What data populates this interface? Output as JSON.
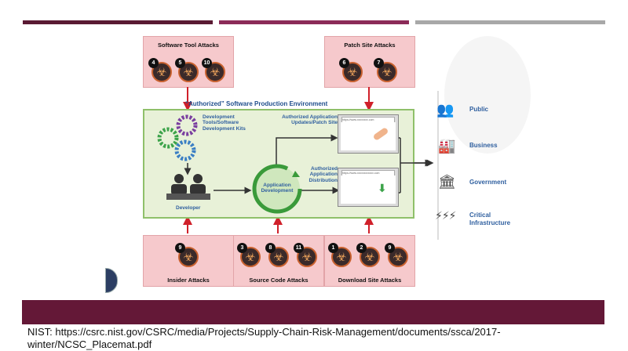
{
  "top_bars": [
    {
      "color": "#5a1a33"
    },
    {
      "color": "#8b2b58"
    },
    {
      "color": "#a8a8a8"
    }
  ],
  "attack_groups": {
    "software_tool": {
      "title": "Software Tool Attacks",
      "numbers": [
        "4",
        "5",
        "10"
      ]
    },
    "patch_site": {
      "title": "Patch Site Attacks",
      "numbers": [
        "6",
        "7"
      ]
    },
    "insider": {
      "title": "Insider Attacks",
      "numbers": [
        "9"
      ]
    },
    "source_code": {
      "title": "Source Code Attacks",
      "numbers": [
        "3",
        "8",
        "11"
      ]
    },
    "download_site": {
      "title": "Download Site  Attacks",
      "numbers": [
        "1",
        "2",
        "9"
      ]
    }
  },
  "environment": {
    "title": "“Authorized” Software Production Environment",
    "dev_tools": "Development Tools/Software Development Kits",
    "developer": "Developer",
    "app_dev": "Application Development",
    "updates": "Authorized Application Updates/Patch Site",
    "distribution": "Authorized Application Distribution",
    "url_updates": "https://www.xxxxxxxx.com",
    "url_dist": "https://www.xxxxxxxxxxxx.com"
  },
  "consumers": [
    "Public",
    "Business",
    "Government",
    "Critical Infrastructure"
  ],
  "citation": "NIST: https://csrc.nist.gov/CSRC/media/Projects/Supply-Chain-Risk-Management/documents/ssca/2017-winter/NCSC_Placemat.pdf",
  "colors": {
    "attack_fill": "#f6c9cc",
    "arrow": "#d0202a",
    "env_fill": "#e8f1d8",
    "label_blue": "#2f5f9f",
    "bottom_bar": "#641837"
  }
}
